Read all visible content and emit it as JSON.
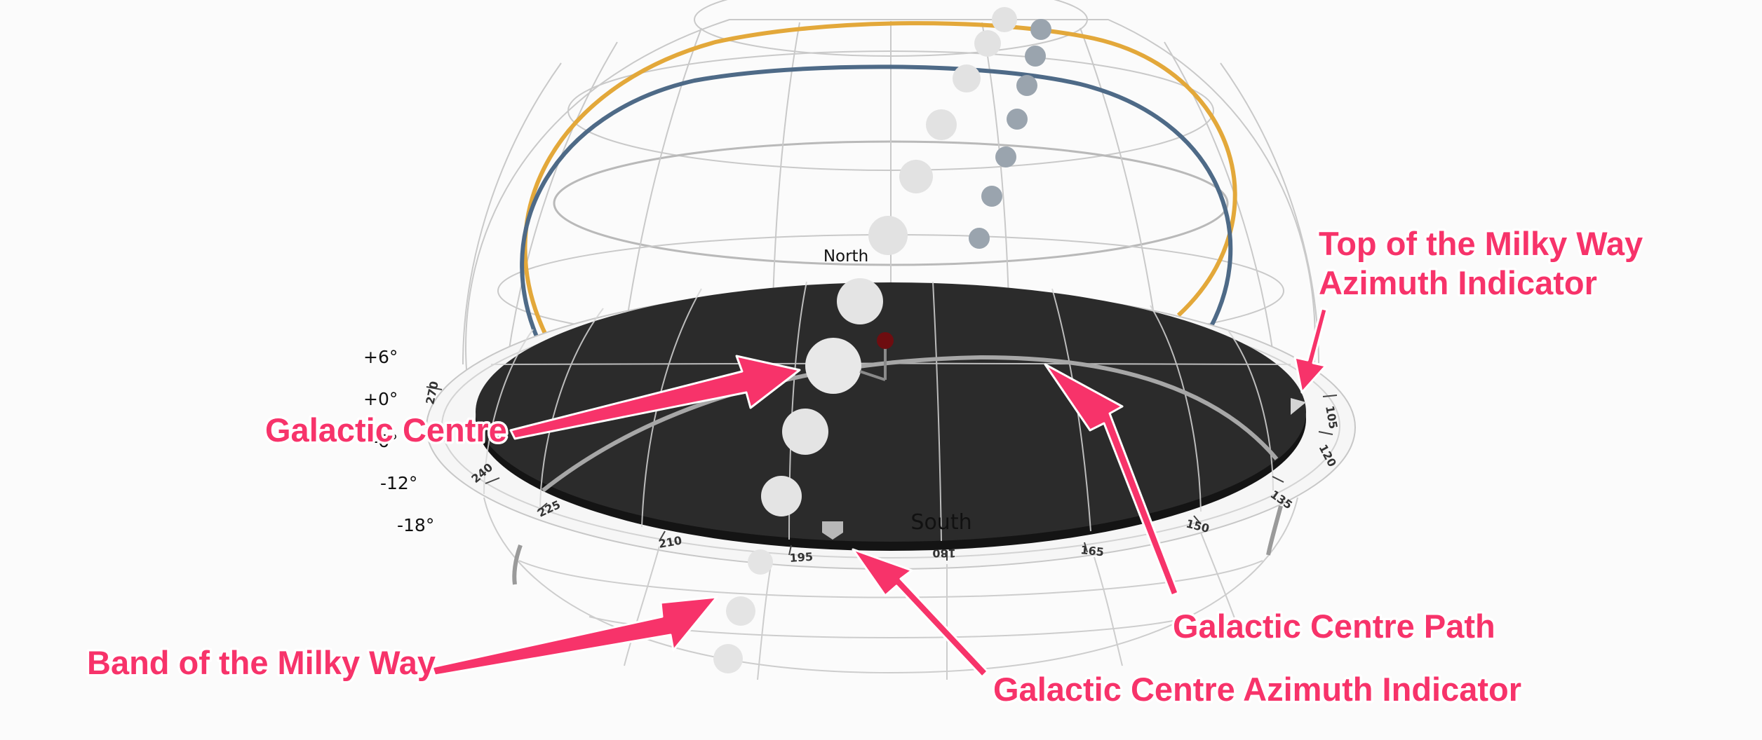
{
  "compass": {
    "north": "North",
    "south": "South"
  },
  "altitude_labels": [
    "+6°",
    "+0°",
    "-6°",
    "-12°",
    "-18°"
  ],
  "azimuth_ticks": [
    "270",
    "240",
    "225",
    "210",
    "195",
    "180",
    "165",
    "150",
    "135",
    "120",
    "105"
  ],
  "annotations": {
    "galactic_centre": "Galactic Centre",
    "top_milky_way_line1": "Top of the Milky Way",
    "top_milky_way_line2": "Azimuth Indicator",
    "galactic_centre_path": "Galactic Centre Path",
    "band_milky_way": "Band of the Milky Way",
    "gc_azimuth_indicator": "Galactic Centre Azimuth Indicator"
  },
  "colors": {
    "annotation": "#f7336a",
    "arc_gold": "#e3a83a",
    "arc_blue": "#4e6a87",
    "ground_disc": "#2b2b2b",
    "sun_marker": "#6e0d10"
  }
}
